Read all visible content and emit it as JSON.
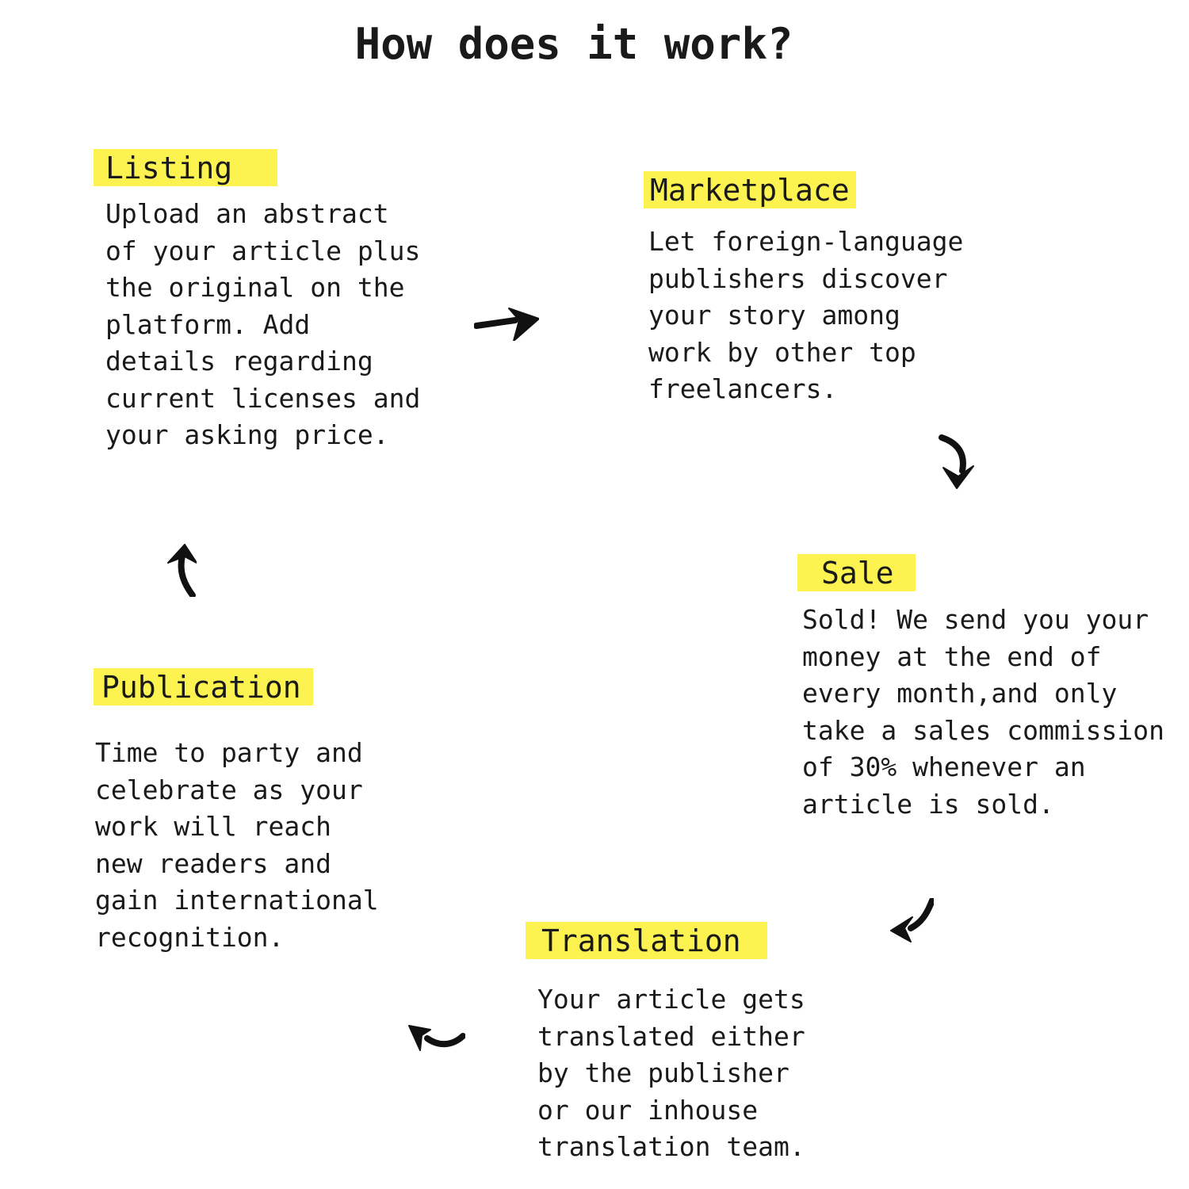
{
  "title": "How does it work?",
  "colors": {
    "background": "#FFFFFF",
    "highlight": "#FCF351",
    "text": "#1A1A1A",
    "arrow": "#111111"
  },
  "steps": [
    {
      "id": "listing",
      "label": "Listing",
      "body": "Upload an abstract\nof your article plus\nthe original on the\nplatform. Add\ndetails regarding\ncurrent licenses and\nyour asking price."
    },
    {
      "id": "marketplace",
      "label": "Marketplace",
      "body": "Let foreign-language\npublishers discover\nyour story among\nwork by other top\nfreelancers."
    },
    {
      "id": "sale",
      "label": "Sale",
      "body": "Sold! We send you your\nmoney at the end of\nevery month,and only\ntake a sales commission\nof 30% whenever an\narticle is sold."
    },
    {
      "id": "translation",
      "label": "Translation",
      "body": "Your article gets\ntranslated either\nby the publisher\nor our inhouse\ntranslation team."
    },
    {
      "id": "publication",
      "label": "Publication",
      "body": "Time to party and\ncelebrate as your\nwork will reach\nnew readers and\ngain international\nrecognition."
    }
  ],
  "arrows": [
    {
      "name": "arrow-listing-to-marketplace"
    },
    {
      "name": "arrow-marketplace-to-sale"
    },
    {
      "name": "arrow-sale-to-translation"
    },
    {
      "name": "arrow-translation-to-publication"
    },
    {
      "name": "arrow-publication-to-listing"
    }
  ]
}
